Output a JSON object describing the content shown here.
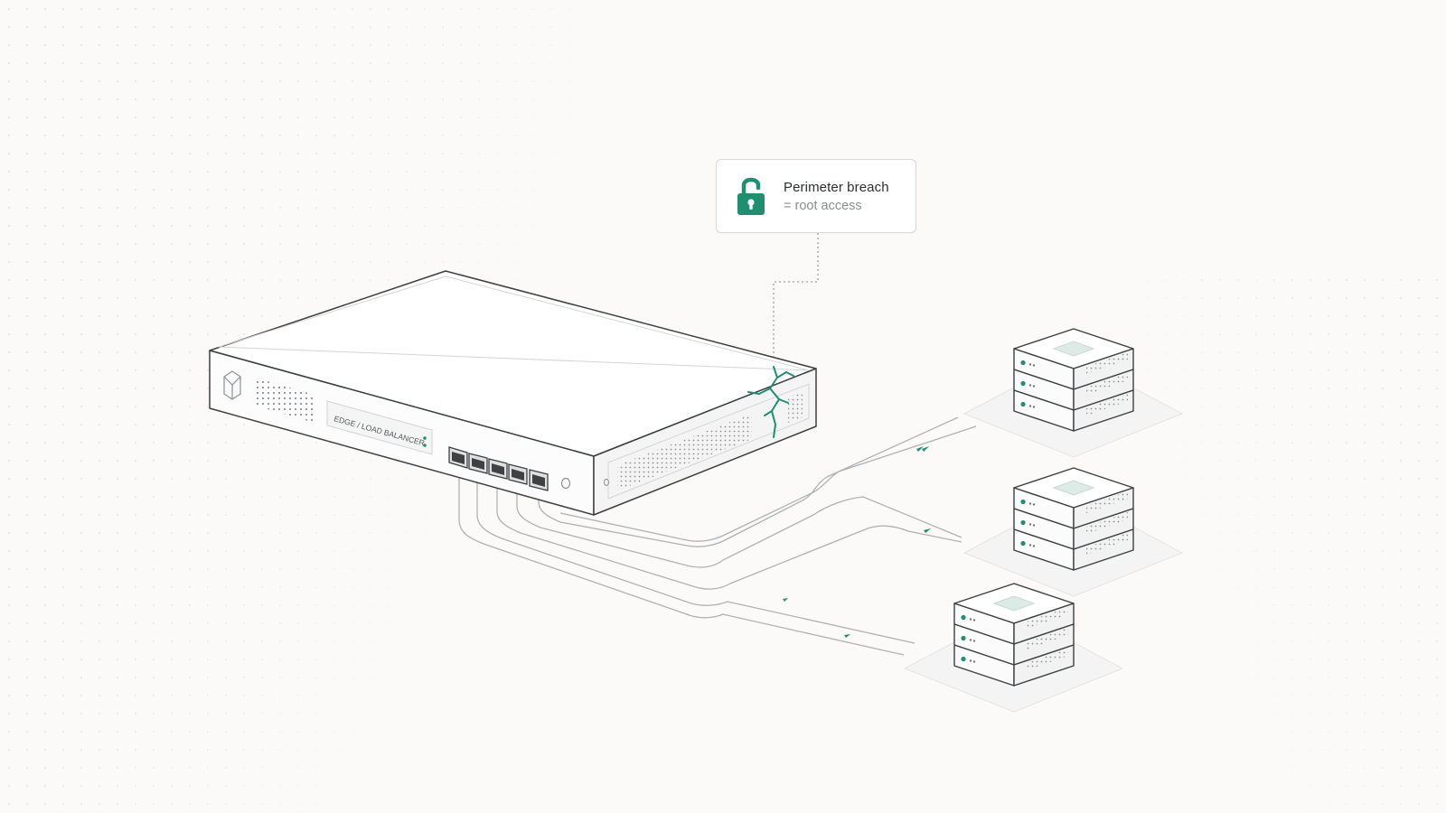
{
  "callout": {
    "title": "Perimeter breach",
    "subtitle": "= root access",
    "icon": "unlocked-padlock-icon"
  },
  "device": {
    "label": "EDGE / LOAD BALANCER",
    "port_count": 5,
    "icon": "hexagon-logo-icon"
  },
  "servers": {
    "count": 3,
    "units_per_stack": 3
  },
  "colors": {
    "background": "#fbfaf9",
    "outline": "#3c3f41",
    "accent_green": "#1e8f70",
    "callout_border": "#d9d9d9",
    "subtitle_text": "#8a8e90"
  }
}
